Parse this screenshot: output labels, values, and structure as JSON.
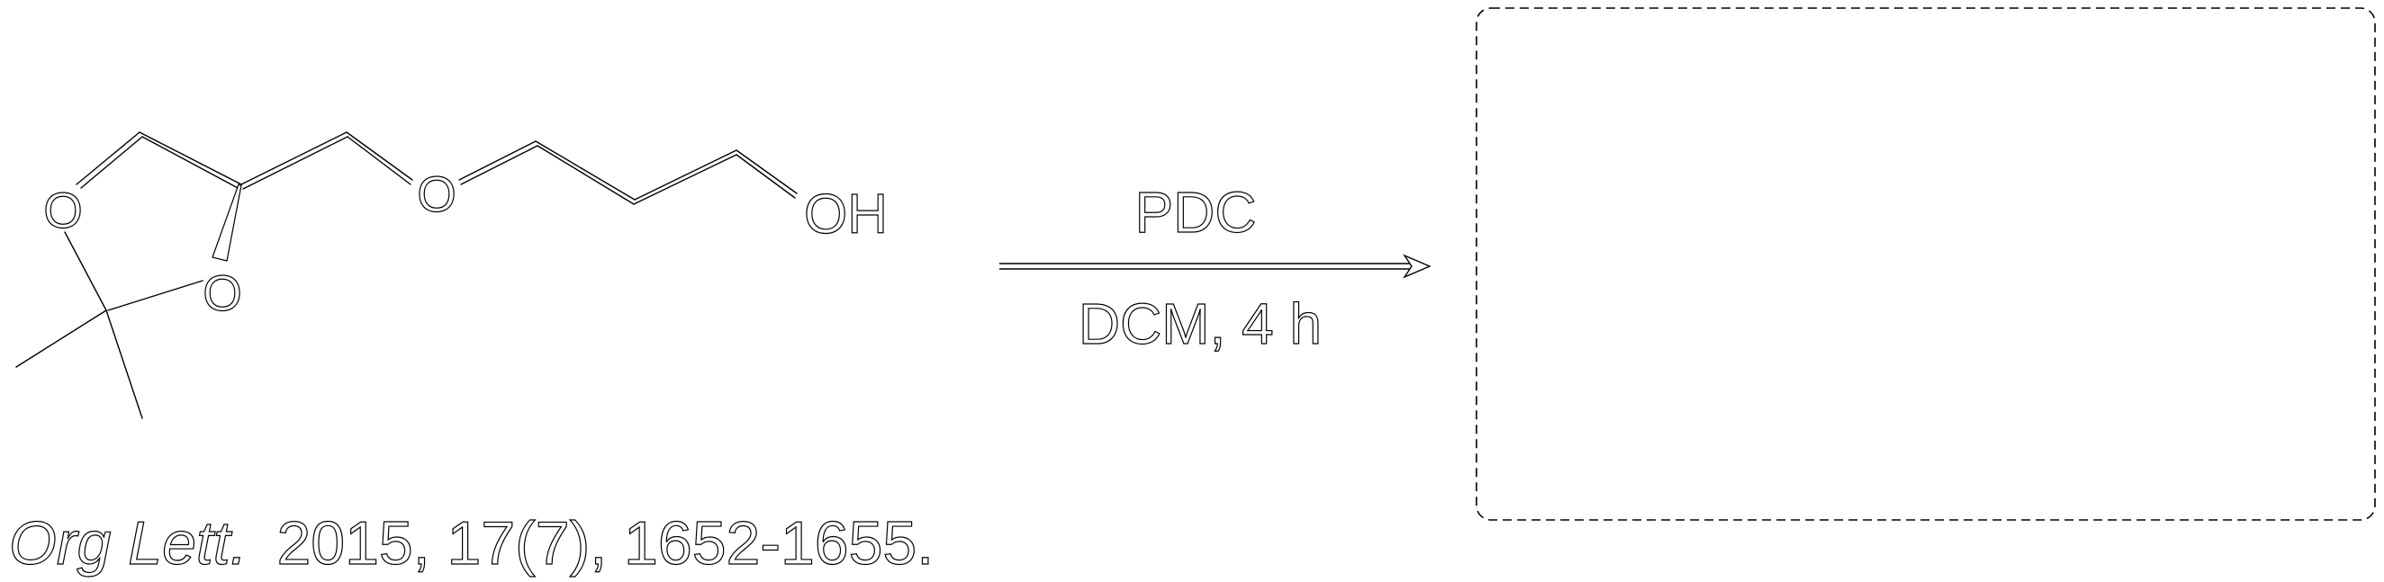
{
  "reactant": {
    "atoms": {
      "o1": "O",
      "o2": "O",
      "o3": "O",
      "oh": "OH"
    }
  },
  "conditions": {
    "reagent": "PDC",
    "solvent_time": "DCM, 4 h"
  },
  "reference": {
    "journal": "Org Lett.",
    "details": "2015, 17(7), 1652-1655."
  },
  "product": {
    "placeholder": ""
  }
}
